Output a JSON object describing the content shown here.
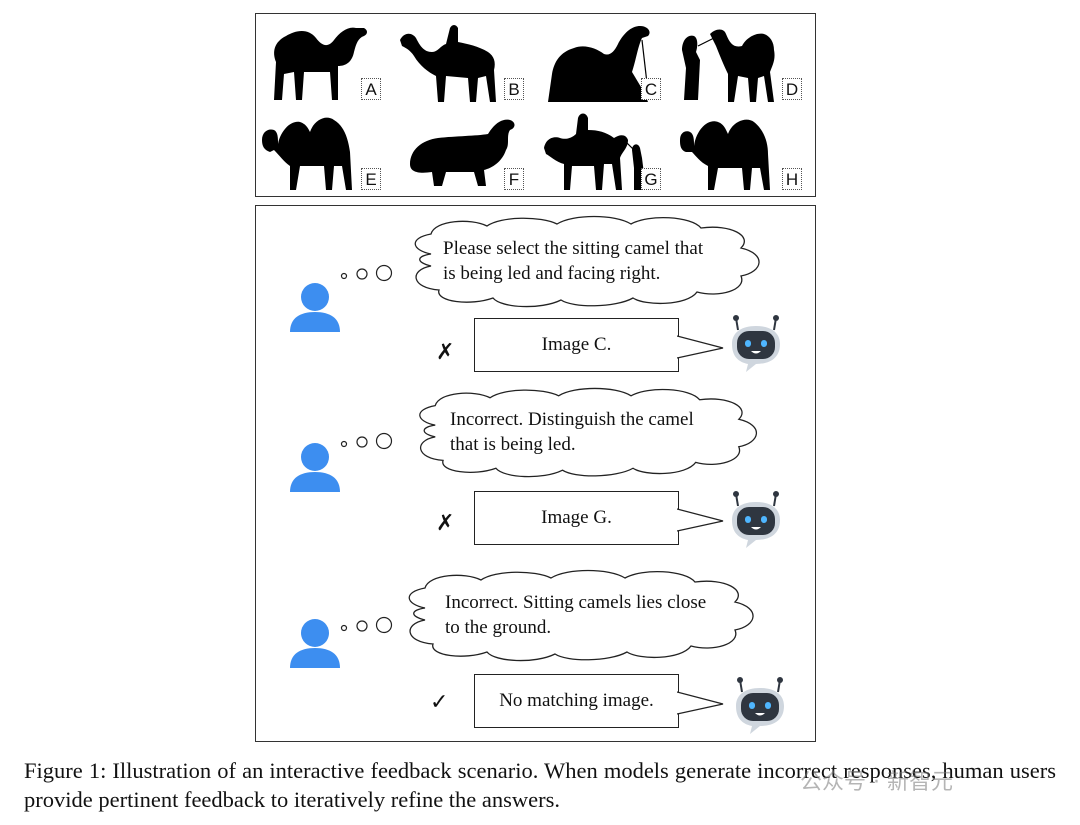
{
  "images": [
    {
      "label": "A",
      "icon": "camel-standing-icon"
    },
    {
      "label": "B",
      "icon": "camel-with-rider-icon"
    },
    {
      "label": "C",
      "icon": "camel-sitting-icon"
    },
    {
      "label": "D",
      "icon": "camel-led-by-person-icon"
    },
    {
      "label": "E",
      "icon": "bactrian-camel-icon"
    },
    {
      "label": "F",
      "icon": "hippo-icon"
    },
    {
      "label": "G",
      "icon": "camel-rider-led-icon"
    },
    {
      "label": "H",
      "icon": "bactrian-camel-icon"
    }
  ],
  "turns": [
    {
      "user_line1": "Please select the sitting camel that",
      "user_line2": "is being led and facing right.",
      "model_reply": "Image C.",
      "mark": "✗"
    },
    {
      "user_line1": "Incorrect. Distinguish the camel",
      "user_line2": "that is being led.",
      "model_reply": "Image G.",
      "mark": "✗"
    },
    {
      "user_line1": "Incorrect. Sitting camels lies close",
      "user_line2": "to the ground.",
      "model_reply": "No matching image.",
      "mark": "✓"
    }
  ],
  "caption": "Figure 1: Illustration of an interactive feedback scenario. When models generate incorrect responses, human users provide pertinent feedback to iteratively refine the answers.",
  "watermark": "公众号 · 新智元",
  "colors": {
    "user_avatar": "#3d8ef0",
    "bot_head": "#2f3640",
    "bot_eyes": "#4fb6ff",
    "bot_bubble": "#cfd6de"
  }
}
